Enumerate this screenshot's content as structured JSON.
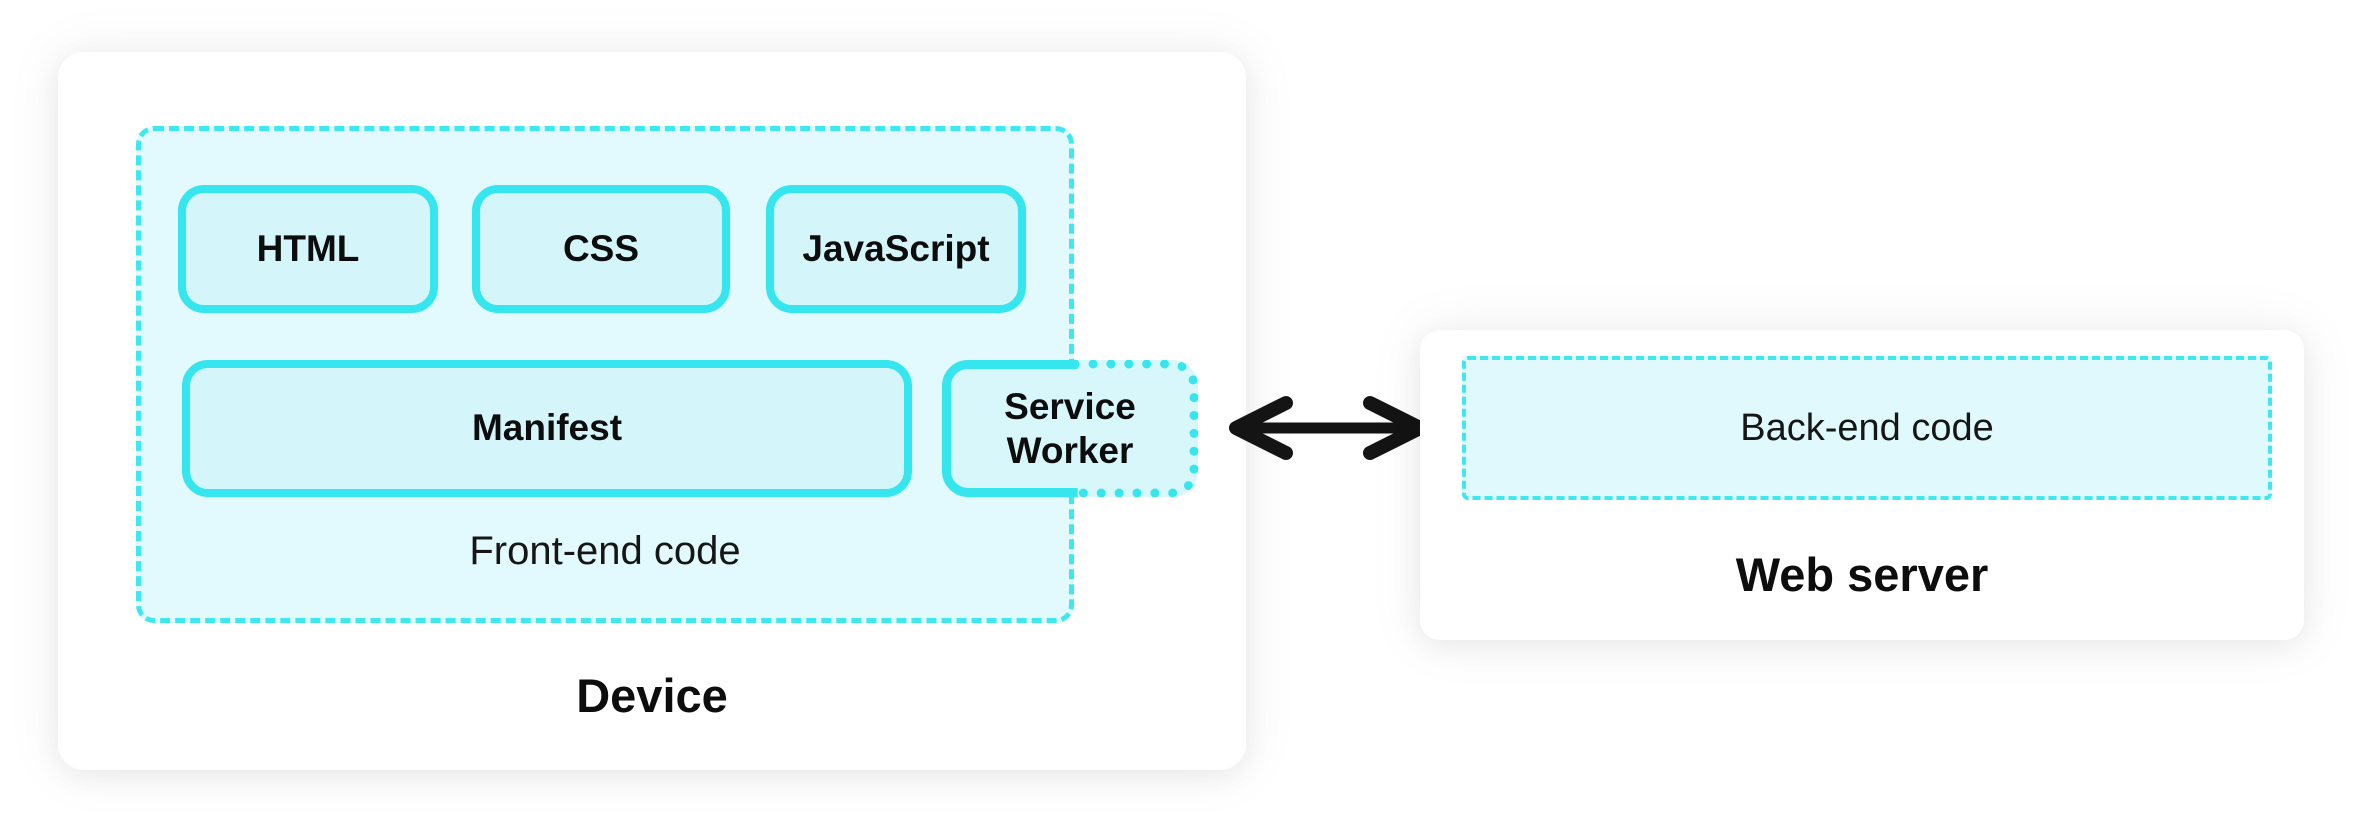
{
  "colors": {
    "accent": "#35e6ef",
    "dash": "#3ee8f0",
    "container-fill": "#e2fafd",
    "box-fill": "#d4f6fa",
    "sw-fill": "#d7f7fb",
    "backend-fill": "#dff9fc",
    "arrow": "#141414",
    "text": "#0d0d0d"
  },
  "device": {
    "label": "Device",
    "frontend": {
      "label": "Front-end code",
      "boxes": [
        {
          "label": "HTML"
        },
        {
          "label": "CSS"
        },
        {
          "label": "JavaScript"
        }
      ],
      "manifest": {
        "label": "Manifest"
      },
      "service_worker": {
        "label": "Service Worker"
      }
    }
  },
  "web_server": {
    "label": "Web server",
    "backend": {
      "label": "Back-end code"
    }
  }
}
